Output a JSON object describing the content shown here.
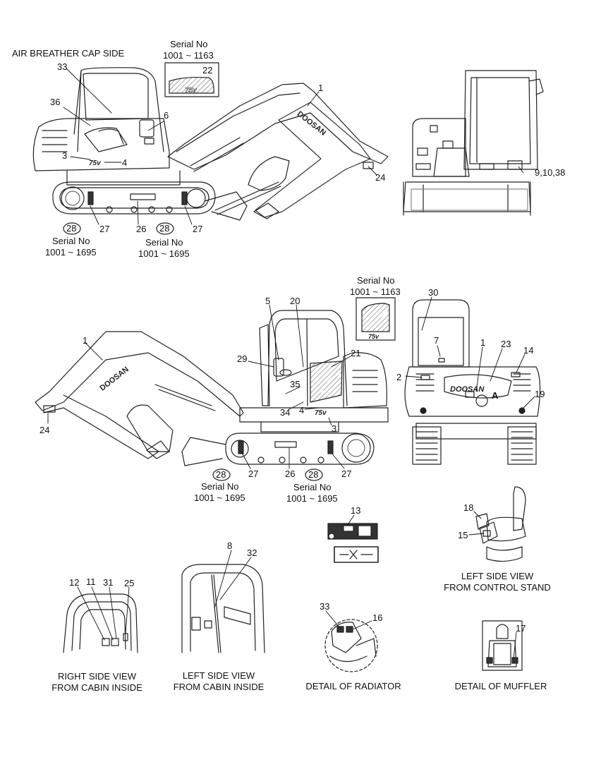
{
  "colors": {
    "line": "#222222",
    "light": "#888888",
    "hatch": "#666666",
    "paper": "#ffffff"
  },
  "view1": {
    "heading": "AIR BREATHER CAP SIDE",
    "serial_box_label": "Serial No",
    "serial_box_range": "1001 ~ 1163",
    "callouts": {
      "c33": "33",
      "c36": "36",
      "c6": "6",
      "c3": "3",
      "c4": "4",
      "c1": "1",
      "c22": "22",
      "c24": "24",
      "c27a": "27",
      "c26": "26",
      "c27b": "27"
    },
    "circled_28": "28",
    "serial_left_label": "Serial No",
    "serial_left_range": "1001 ~ 1695",
    "serial_right_label": "Serial No",
    "serial_right_range": "1001 ~ 1695"
  },
  "view1_rear": {
    "callout": "9,10,38"
  },
  "view2": {
    "serial_box_label": "Serial No",
    "serial_box_range": "1001 ~ 1163",
    "callouts": {
      "c1": "1",
      "c5": "5",
      "c20": "20",
      "c29": "29",
      "c21": "21",
      "c35": "35",
      "c34": "34",
      "c4": "4",
      "c3": "3",
      "c24": "24",
      "c27a": "27",
      "c26": "26",
      "c27b": "27"
    },
    "circled_28": "28",
    "serial_left_label": "Serial No",
    "serial_left_range": "1001 ~ 1695",
    "serial_right_label": "Serial No",
    "serial_right_range": "1001 ~ 1695"
  },
  "view2_rear": {
    "c30": "30",
    "c7": "7",
    "c1": "1",
    "c23": "23",
    "c14": "14",
    "c2": "2",
    "c19": "19",
    "point_a": "A",
    "brand": "DOOSAN"
  },
  "brand_boom": "DOOSAN",
  "model_badge": "75v",
  "detail13": {
    "callout": "13"
  },
  "control_stand": {
    "c18": "18",
    "c15": "15",
    "caption_line1": "LEFT SIDE VIEW",
    "caption_line2": "FROM CONTROL STAND"
  },
  "cabin_right": {
    "c12": "12",
    "c11": "11",
    "c31": "31",
    "c25": "25",
    "caption_line1": "RIGHT SIDE VIEW",
    "caption_line2": "FROM CABIN INSIDE"
  },
  "cabin_left": {
    "c8": "8",
    "c32": "32",
    "caption_line1": "LEFT SIDE VIEW",
    "caption_line2": "FROM CABIN INSIDE"
  },
  "radiator": {
    "c33": "33",
    "c16": "16",
    "caption": "DETAIL OF RADIATOR"
  },
  "muffler": {
    "c17": "17",
    "caption": "DETAIL OF MUFFLER"
  }
}
